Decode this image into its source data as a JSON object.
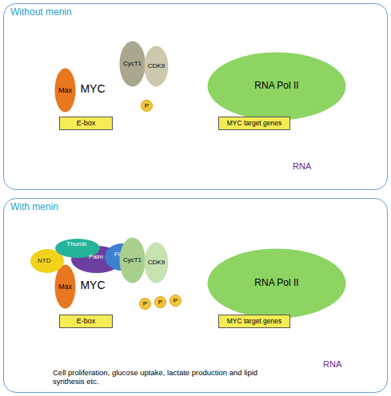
{
  "diagram": {
    "nodes": [
      {
        "text": [
          "Without menin"
        ]
      },
      {
        "text": [
          "MYC"
        ],
        "in": 0
      },
      {
        "text": [
          "Max"
        ],
        "in": 1
      },
      {
        "text": [
          "CycT1"
        ],
        "in": 0
      },
      {
        "text": [
          "CDK9"
        ],
        "in": 0
      },
      {
        "text": [
          "P"
        ],
        "in": 0
      },
      {
        "text": [
          "RNA Pol II"
        ],
        "in": 0
      },
      {
        "text": [
          "E-box"
        ],
        "in": 0
      },
      {
        "text": [
          "MYC target genes"
        ],
        "in": 0
      },
      {
        "text": [
          "With menin"
        ]
      },
      {
        "text": [
          "MYC"
        ],
        "in": 9
      },
      {
        "text": [
          "Max"
        ],
        "in": 10
      },
      {
        "text": [
          "NTD",
          "Thumb",
          "Palm",
          "Finger"
        ],
        "in": 9
      },
      {
        "text": [
          "CycT1"
        ],
        "in": 9
      },
      {
        "text": [
          "CDK9"
        ],
        "in": 9
      },
      {
        "text": [
          "P"
        ],
        "in": 9
      },
      {
        "text": [
          "P"
        ],
        "in": 9
      },
      {
        "text": [
          "P"
        ],
        "in": 9
      },
      {
        "text": [
          "RNA Pol II"
        ],
        "in": 9
      },
      {
        "text": [
          "E-box"
        ],
        "in": 9
      },
      {
        "text": [
          "MYC target genes"
        ],
        "in": 9
      }
    ],
    "edges": [
      {
        "from": 4,
        "to": 5,
        "arrow": "none"
      },
      {
        "from": 5,
        "to": 6,
        "arrow": "none"
      },
      {
        "from": 14,
        "to": 15,
        "arrow": "none"
      },
      {
        "from": 15,
        "to": 16,
        "arrow": "none"
      },
      {
        "from": 16,
        "to": 17,
        "arrow": "none"
      },
      {
        "from": 17,
        "to": 18,
        "arrow": "none"
      }
    ],
    "labels": [
      "RNA",
      "Cell proliferation, glucose uptake, lactate production and lipid synthesis etc.",
      "RNA"
    ]
  }
}
